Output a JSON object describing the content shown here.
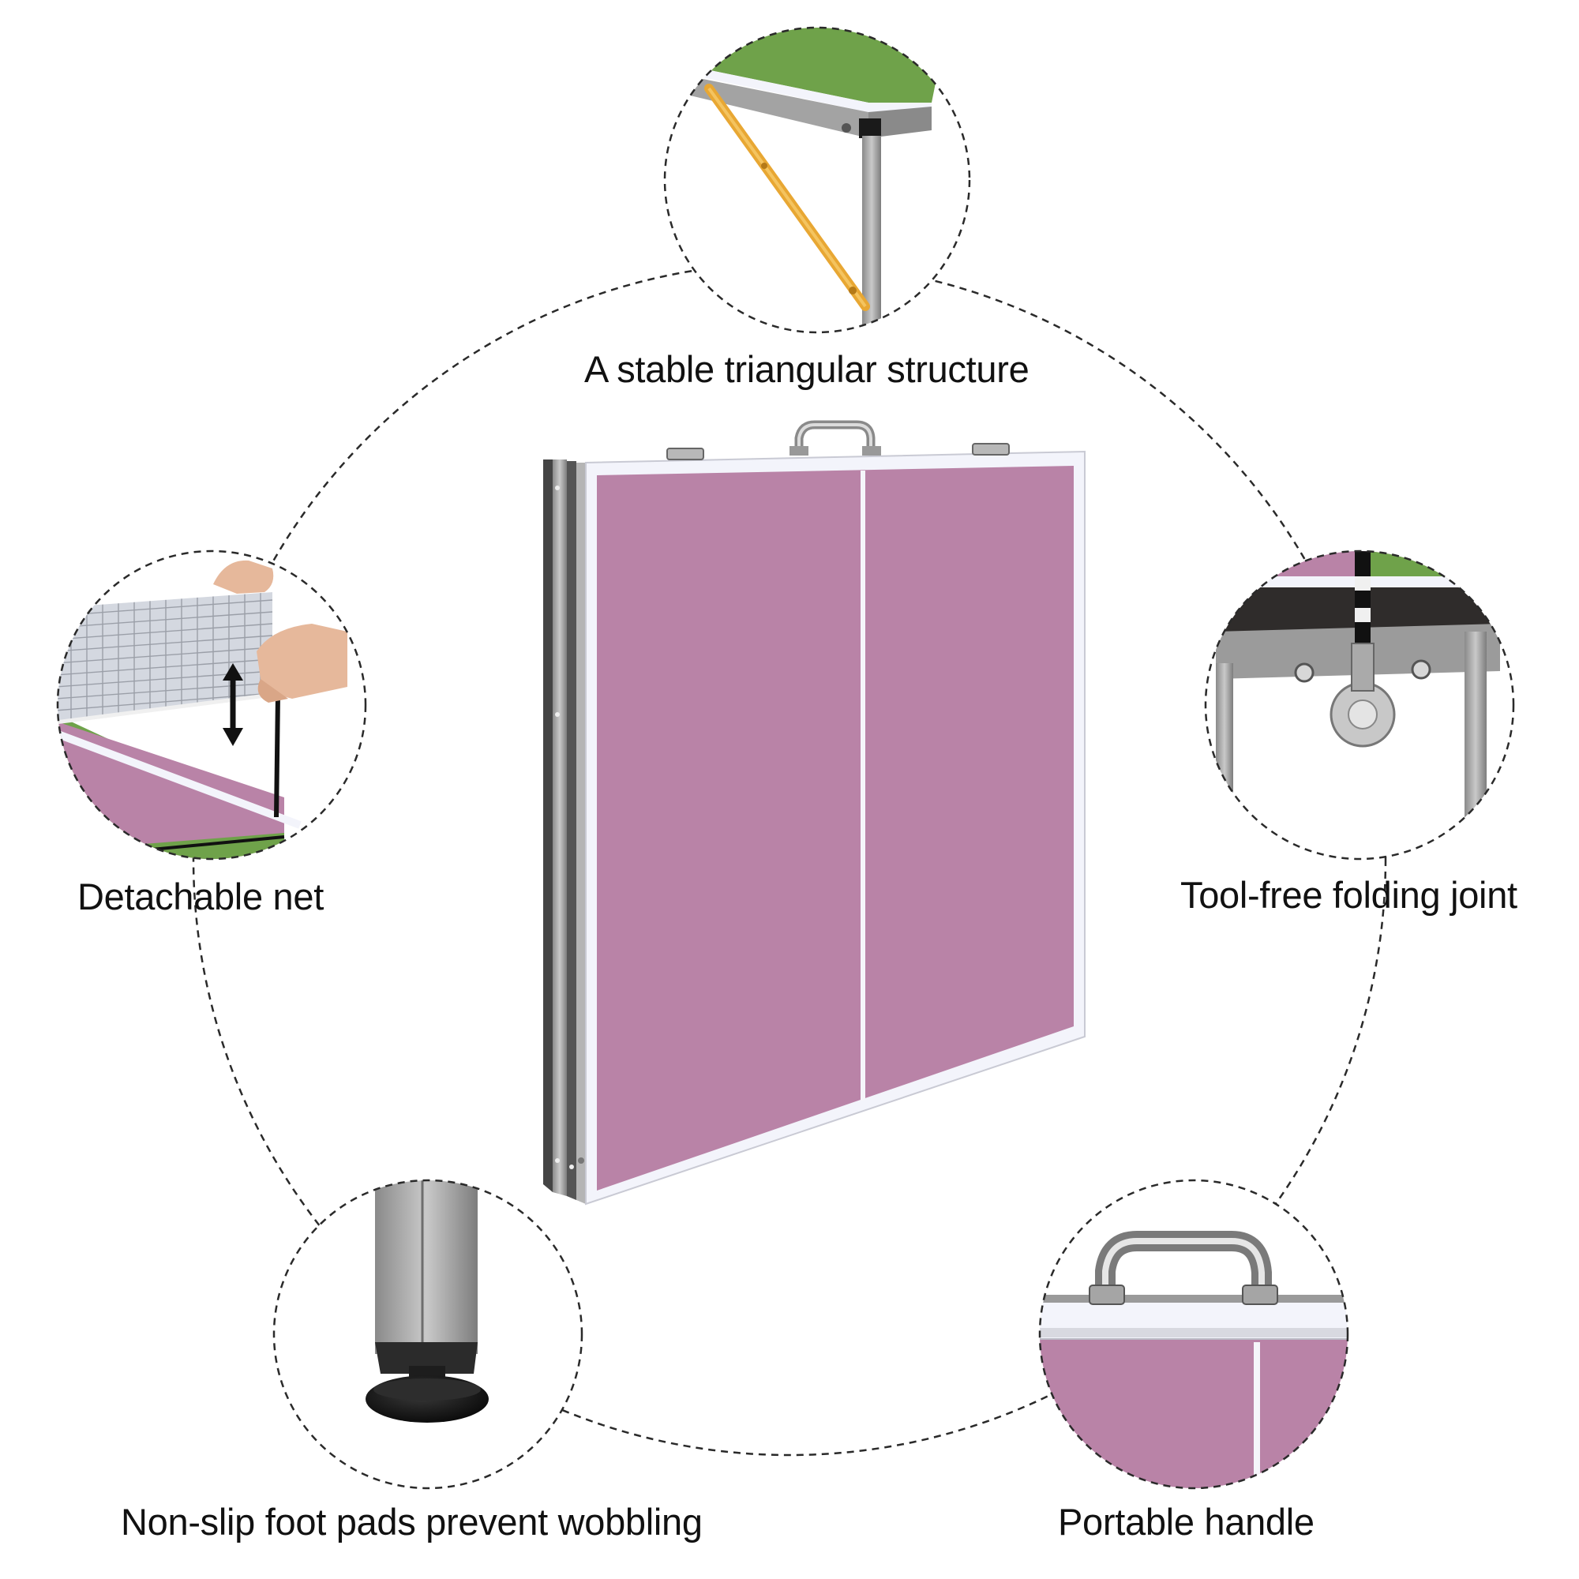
{
  "features": {
    "top": "A stable triangular structure",
    "left": "Detachable net",
    "right": "Tool-free folding joint",
    "bottom_left": "Non-slip foot pads prevent wobbling",
    "bottom_right": "Portable handle"
  },
  "colors": {
    "table_top": "#b983a7",
    "open_table_top": "#6fa24a",
    "frame": "#9a9a9a",
    "edge_trim": "#f3f4fb",
    "strap": "#e8a733",
    "dash_line": "#2a2a2a"
  }
}
